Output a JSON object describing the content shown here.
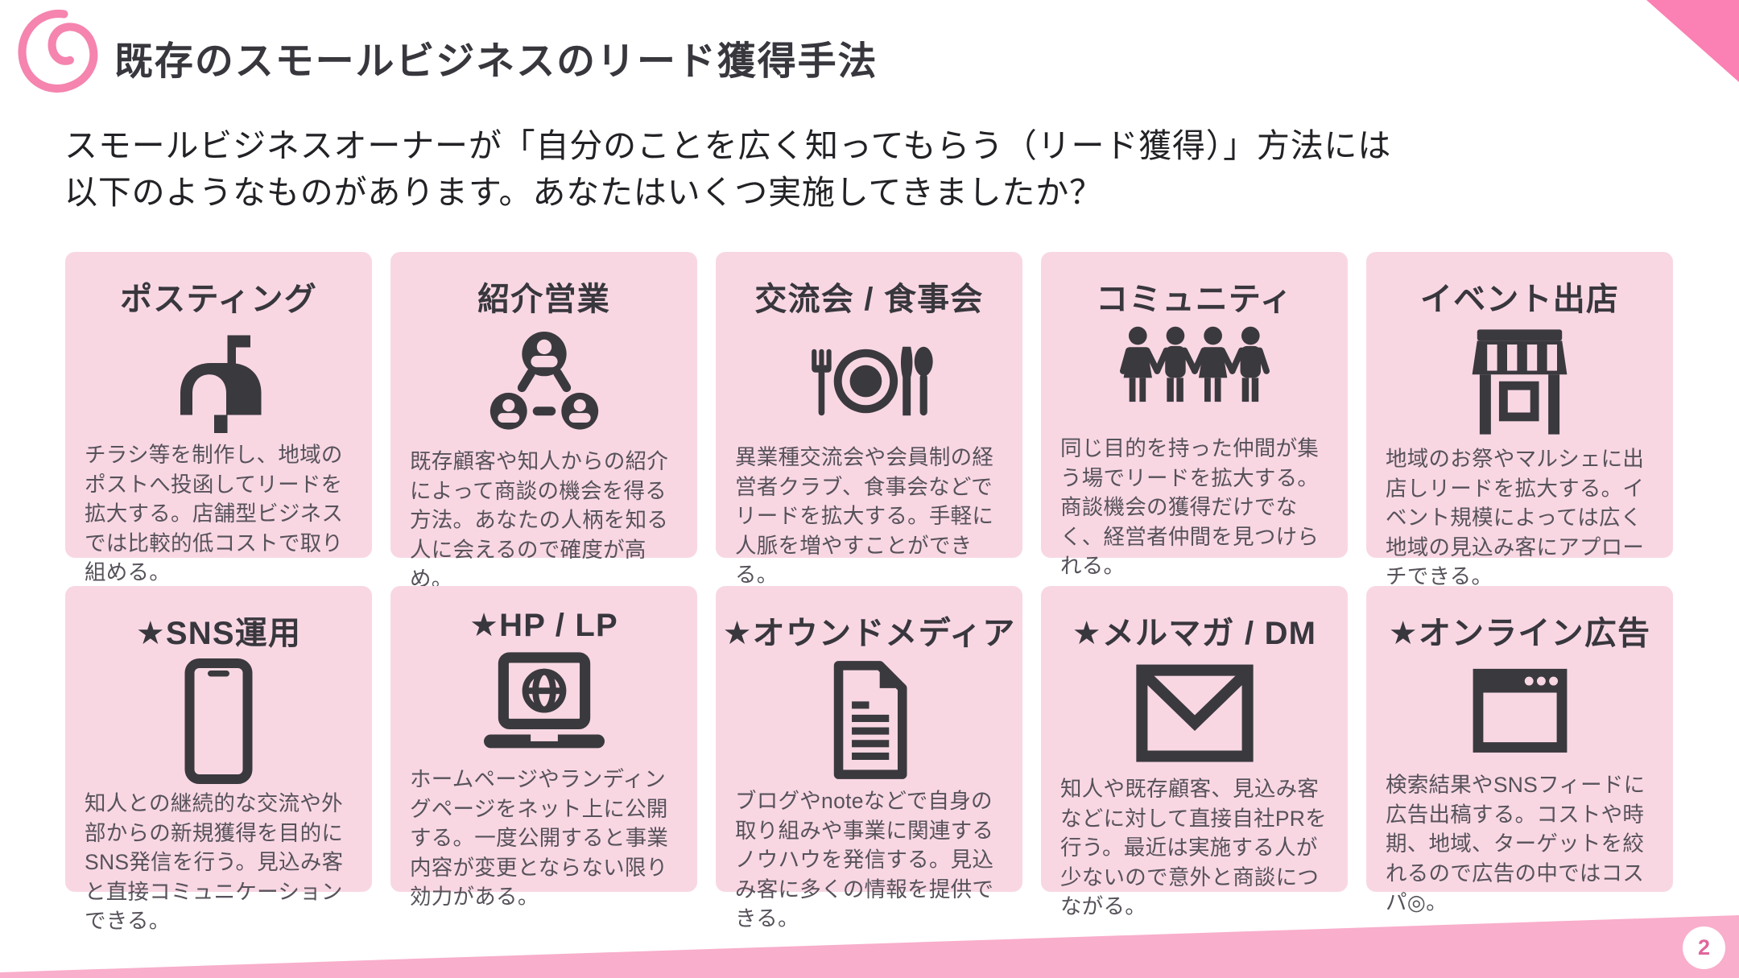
{
  "slide": {
    "title": "既存のスモールビジネスのリード獲得手法",
    "intro_line1": "スモールビジネスオーナーが「自分のことを広く知ってもらう（リード獲得）」方法には",
    "intro_line2": "以下のようなものがあります。あなたはいくつ実施してきましたか？",
    "page_number": "2"
  },
  "colors": {
    "accent_pink": "#F584AE",
    "triangle_pink": "#FB80B3",
    "band_pink": "#F9AECB",
    "card_bg": "#F8D7E3",
    "title_text": "#38373D",
    "body_text": "#57525A",
    "icon_color": "#3A393E",
    "badge_text": "#E0669B"
  },
  "cards": [
    {
      "title": "ポスティング",
      "icon": "mailbox-icon",
      "description": "チラシ等を制作し、地域のポストへ投函してリードを拡大する。店舗型ビジネスでは比較的低コストで取り組める。"
    },
    {
      "title": "紹介営業",
      "icon": "referral-network-icon",
      "description": "既存顧客や知人からの紹介によって商談の機会を得る方法。あなたの人柄を知る人に会えるので確度が高め。"
    },
    {
      "title": "交流会 / 食事会",
      "icon": "dining-icon",
      "description": "異業種交流会や会員制の経営者クラブ、食事会などでリードを拡大する。手軽に人脈を増やすことができる。"
    },
    {
      "title": "コミュニティ",
      "icon": "community-icon",
      "description": "同じ目的を持った仲間が集う場でリードを拡大する。商談機会の獲得だけでなく、経営者仲間を見つけられる。"
    },
    {
      "title": "イベント出店",
      "icon": "storefront-icon",
      "description": "地域のお祭やマルシェに出店しリードを拡大する。イベント規模によっては広く地域の見込み客にアプローチできる。"
    },
    {
      "title": "★SNS運用",
      "icon": "smartphone-icon",
      "description": "知人との継続的な交流や外部からの新規獲得を目的にSNS発信を行う。見込み客と直接コミュニケーションできる。"
    },
    {
      "title": "★HP / LP",
      "icon": "laptop-globe-icon",
      "description": "ホームページやランディングページをネット上に公開する。一度公開すると事業内容が変更とならない限り効力がある。"
    },
    {
      "title": "★オウンドメディア",
      "icon": "document-icon",
      "description": "ブログやnoteなどで自身の取り組みや事業に関連するノウハウを発信する。見込み客に多くの情報を提供できる。"
    },
    {
      "title": "★メルマガ / DM",
      "icon": "envelope-icon",
      "description": "知人や既存顧客、見込み客などに対して直接自社PRを行う。最近は実施する人が少ないので意外と商談につながる。"
    },
    {
      "title": "★オンライン広告",
      "icon": "browser-ad-icon",
      "description": "検索結果やSNSフィードに広告出稿する。コストや時期、地域、ターゲットを絞れるので広告の中ではコスパ◎。"
    }
  ]
}
